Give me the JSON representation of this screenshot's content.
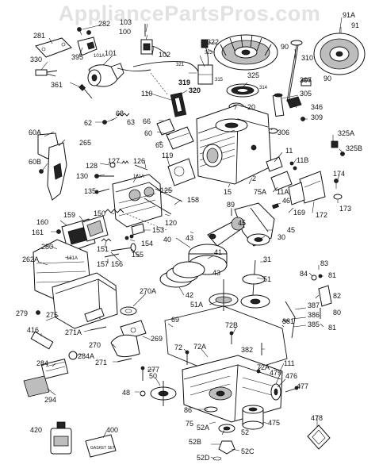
{
  "watermark": "AppliancePartsPros.com",
  "labels": {
    "p281": "281",
    "p282": "282",
    "p103": "103",
    "p100": "100",
    "p322": "322",
    "p91A": "91A",
    "p91": "91",
    "p330": "330",
    "p395": "395",
    "p101A": "101A",
    "p101": "101",
    "p102": "102",
    "p323": "323",
    "p321": "321",
    "p319": "319",
    "p320": "320",
    "p315": "315",
    "p314": "314",
    "p325": "325",
    "p90a": "90",
    "p90b": "90",
    "p310": "310",
    "p307": "307",
    "p305": "305",
    "p346": "346",
    "p309": "309",
    "p361": "361",
    "p110": "110",
    "p20": "20",
    "p62": "62",
    "p68": "68",
    "p63": "63",
    "p66": "66",
    "p60A": "60A",
    "p265": "265",
    "p60": "60",
    "p306": "306",
    "p325A": "325A",
    "p325B": "325B",
    "p65": "65",
    "p11": "11",
    "p11B": "11B",
    "p60B": "60B",
    "p128": "128",
    "p127": "127",
    "p126": "126",
    "p119": "119",
    "p130": "130",
    "p161A": "161A",
    "p135": "135",
    "p125": "125",
    "p158": "158",
    "p15": "15",
    "p2": "2",
    "p75A": "75A",
    "p11A": "11A",
    "p174": "174",
    "p173": "173",
    "p46": "46",
    "p169": "169",
    "p172": "172",
    "p89": "89",
    "p150": "150",
    "p120": "120",
    "p160": "160",
    "p159": "159",
    "p161": "161",
    "p153": "153",
    "p45a": "45",
    "p45b": "45",
    "p30": "30",
    "p151": "151",
    "p154": "154",
    "p40": "40",
    "p43a": "43",
    "p43b": "43",
    "p280": "280",
    "p161Ab": "161A",
    "p157": "157",
    "p156": "156",
    "p155": "155",
    "p41": "41",
    "p31": "31",
    "p83": "83",
    "p262A": "262A",
    "p84": "84",
    "p81a": "81",
    "p51": "51",
    "p42": "42",
    "p270A": "270A",
    "p51A": "51A",
    "p82": "82",
    "p387": "387",
    "p386": "386",
    "p385": "385",
    "p80": "80",
    "p279": "279",
    "p275": "275",
    "p69": "69",
    "p72B": "72B",
    "p381": "381",
    "p81b": "81",
    "p416": "416",
    "p271A": "271A",
    "p269": "269",
    "p270": "270",
    "p72A": "72A",
    "p382": "382",
    "p72": "72",
    "p284A": "284A",
    "p271": "271",
    "p72Ab": "72A",
    "p284": "284",
    "p277": "277",
    "p111": "111",
    "p479": "479",
    "p476": "476",
    "p50": "50",
    "p477": "477",
    "p294": "294",
    "p48": "48",
    "p86": "86",
    "p478": "478",
    "p75": "75",
    "p52A": "52A",
    "p475": "475",
    "p420": "420",
    "p400": "400",
    "p52": "52",
    "p52B": "52B",
    "p52C": "52C",
    "p52D": "52D"
  },
  "gasket_set_text": "GASKET SET"
}
